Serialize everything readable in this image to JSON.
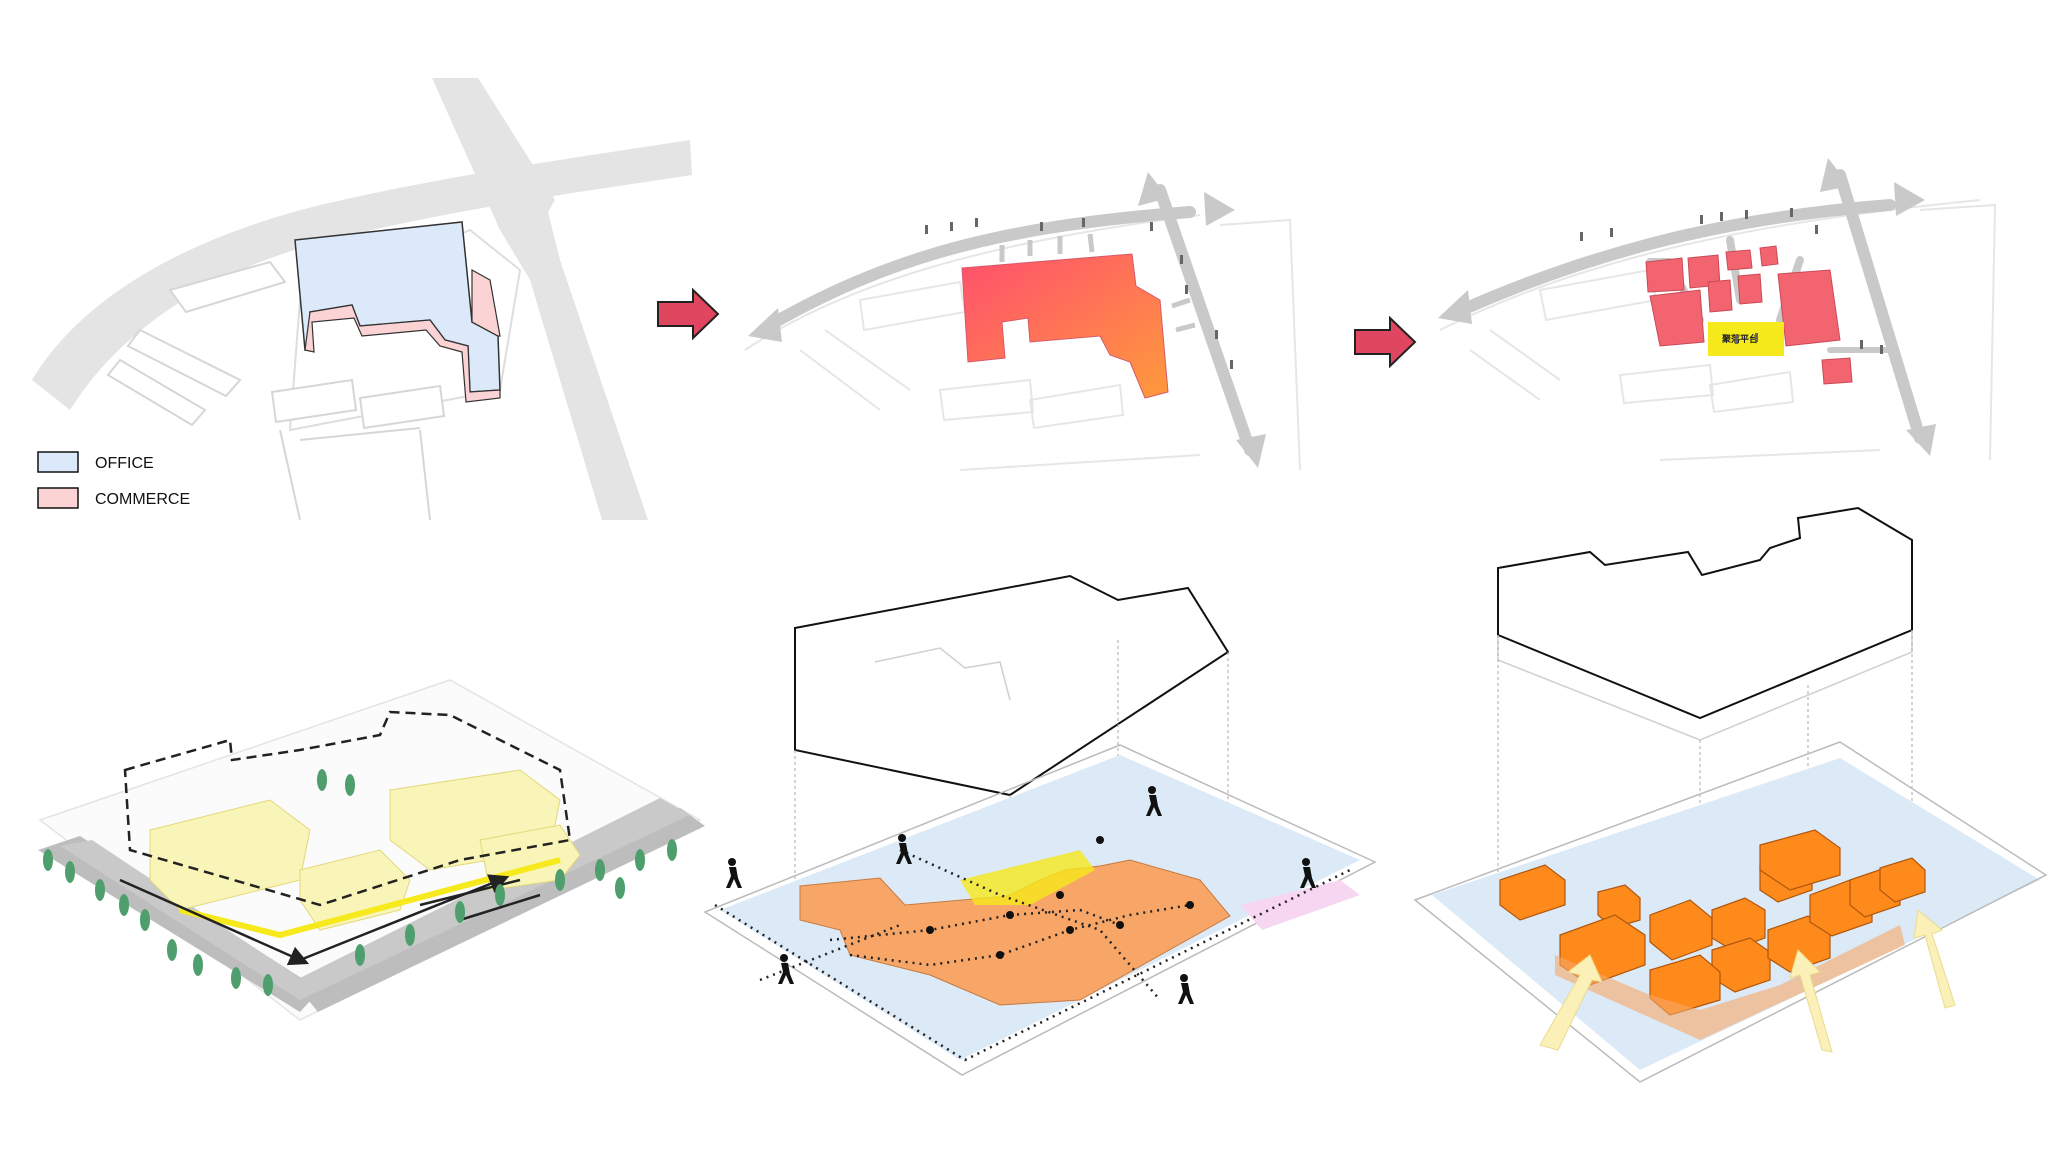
{
  "legend": {
    "office_label": "OFFICE",
    "commerce_label": "COMMERCE",
    "office_color": "#dbe9fb",
    "commerce_color": "#fbd3d5"
  },
  "step_arrow": {
    "color": "#e0465f"
  },
  "panel3": {
    "plaza_label": "聚落平台"
  },
  "colors": {
    "road": "#e4e4e4",
    "gradient_start": "#ff4f6e",
    "gradient_end": "#ff9a3c",
    "flow_arrow": "#c9c9c9",
    "plaza_yellow": "#f6e91c",
    "ground_blue": "#dceaf7",
    "floor_orange": "#f7a668",
    "block_orange": "#ff8a1c",
    "yellow_volume": "#f9f5b8",
    "tree": "#4f9e6e",
    "pink_strip": "#f6d6f0",
    "light_beam": "#fbf1b8"
  }
}
